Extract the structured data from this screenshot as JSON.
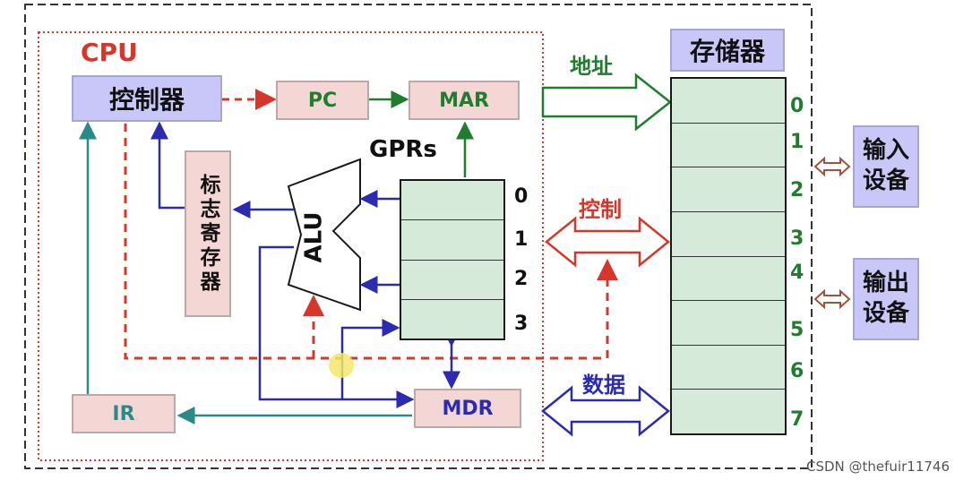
{
  "colors": {
    "box_fill": "#f4d7d5",
    "box_border": "#b9a9a8",
    "controller_fill": "#c9c7f7",
    "memory_fill": "#d5ead8",
    "red": "#d7372b",
    "green": "#1f7d2d",
    "blue": "#2a2bb0",
    "teal": "#2a8a8a"
  },
  "cpu": {
    "title": "CPU"
  },
  "controller": {
    "label": "控制器"
  },
  "pc": {
    "label": "PC"
  },
  "mar": {
    "label": "MAR"
  },
  "gprs": {
    "title": "GPRs",
    "indices": [
      "0",
      "1",
      "2",
      "3"
    ]
  },
  "alu": {
    "label": "ALU"
  },
  "flags": {
    "label": "标志寄存器"
  },
  "ir": {
    "label": "IR"
  },
  "mdr": {
    "label": "MDR"
  },
  "buses": {
    "address": "地址",
    "control": "控制",
    "data": "数据"
  },
  "memory": {
    "title": "存储器",
    "indices": [
      "0",
      "1",
      "2",
      "3",
      "4",
      "5",
      "6",
      "7"
    ]
  },
  "input_device": {
    "line1": "输入",
    "line2": "设备"
  },
  "output_device": {
    "line1": "输出",
    "line2": "设备"
  },
  "watermark": "CSDN @thefuir11746"
}
